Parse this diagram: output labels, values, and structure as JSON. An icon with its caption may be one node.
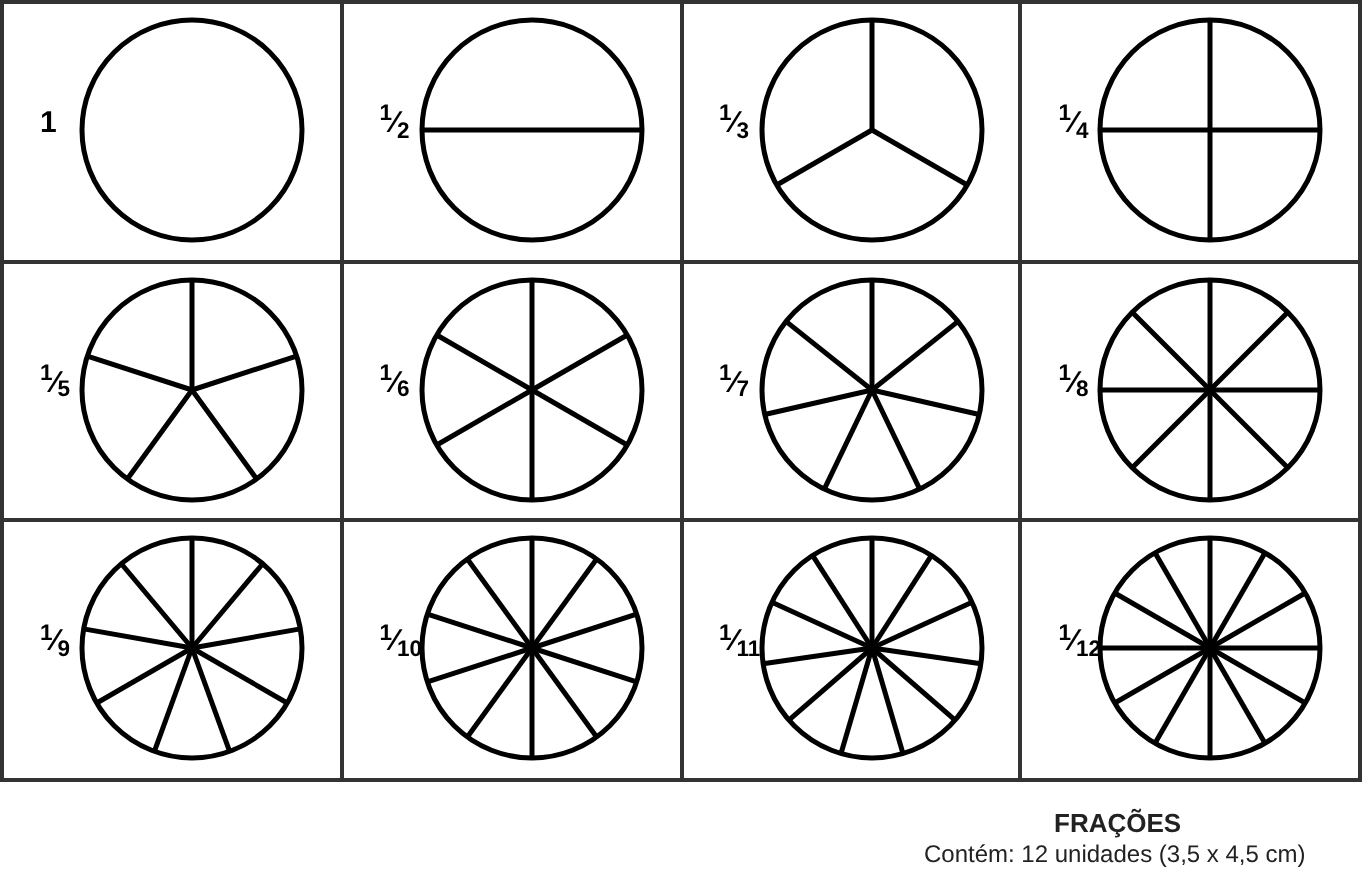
{
  "diagram": {
    "title": "FRAÇÕES",
    "caption": "Contém: 12 unidades (3,5 x 4,5 cm)",
    "labels": [
      "1",
      "$^{1}$⁄$_{2}$",
      "$^{1}$⁄$_{3}$",
      "$^{1}$⁄$_{4}$",
      "$^{1}$⁄$_{5}$",
      "$^{1}$⁄$_{6}$",
      "$^{1}$⁄$_{7}$",
      "$^{1}$⁄$_{8}$",
      "$^{1}$⁄$_{9}$",
      "$^{1}$⁄$_{10}$",
      "$^{1}$⁄$_{11}$",
      "$^{1}$⁄$_{12}$"
    ]
  }
}
